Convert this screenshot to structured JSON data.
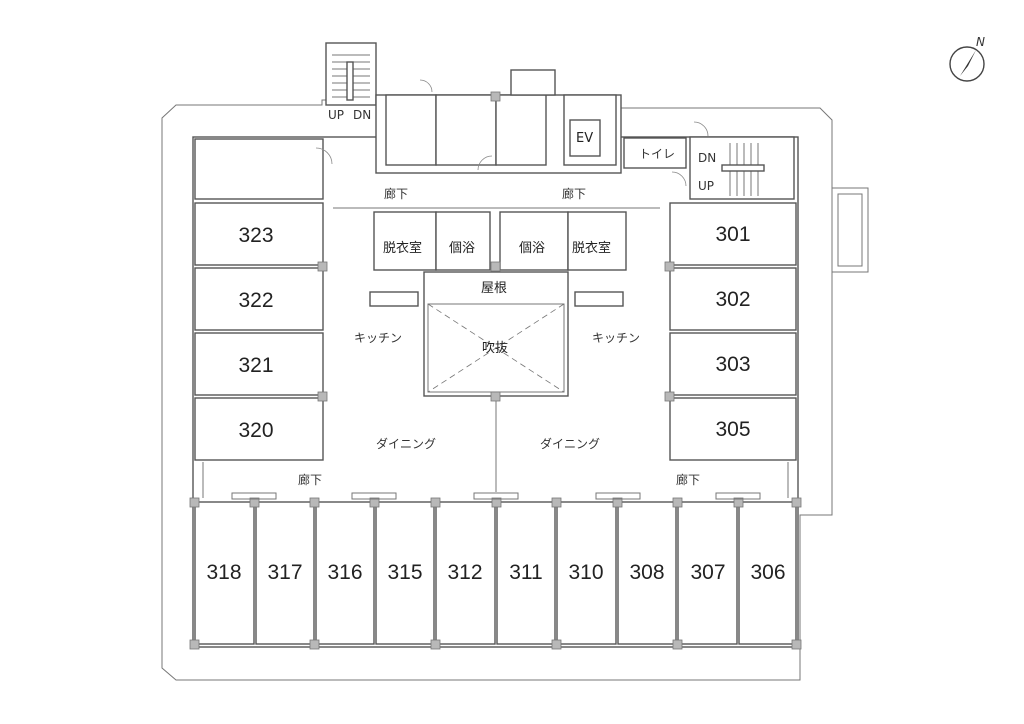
{
  "rooms_right": [
    "301",
    "302",
    "303",
    "305"
  ],
  "rooms_left": [
    "323",
    "322",
    "321",
    "320"
  ],
  "rooms_bottom": [
    "318",
    "317",
    "316",
    "315",
    "312",
    "311",
    "310",
    "308",
    "307",
    "306"
  ],
  "labels": {
    "corridor": "廊下",
    "dressing": "脱衣室",
    "private_bath": "個浴",
    "roof": "屋根",
    "atrium": "吹抜",
    "kitchen": "キッチン",
    "dining": "ダイニング",
    "elevator": "EV",
    "toilet": "トイレ",
    "up": "UP",
    "dn": "DN"
  },
  "compass": {
    "label": "N",
    "icon": "north-arrow-icon"
  }
}
